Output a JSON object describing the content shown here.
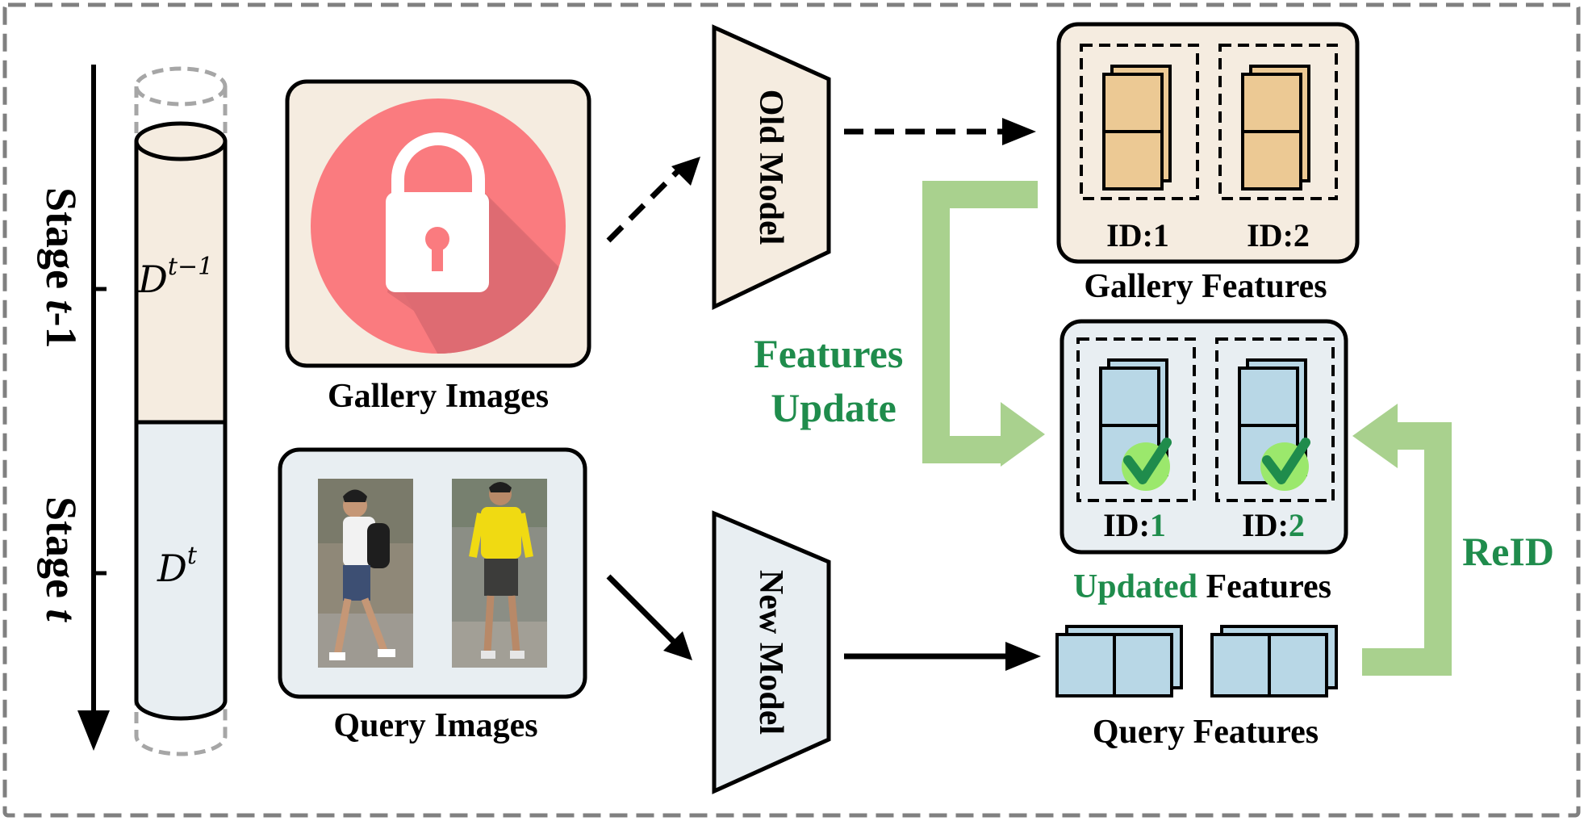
{
  "timeline": {
    "stage_prev": "Stage ",
    "stage_prev_var": "t",
    "stage_prev_suffix": "-1",
    "stage_cur": "Stage ",
    "stage_cur_var": "t"
  },
  "datasets": {
    "prev_symbol": "D",
    "prev_sup": "t−1",
    "cur_symbol": "D",
    "cur_sup": "t"
  },
  "gallery_images": {
    "label": "Gallery Images",
    "icon": "lock-icon"
  },
  "query_images": {
    "label": "Query Images",
    "content": "two pedestrian photos"
  },
  "old_model": {
    "label": "Old Model"
  },
  "new_model": {
    "label": "New Model"
  },
  "gallery_features": {
    "label": "Gallery Features",
    "ids": [
      "ID:1",
      "ID:2"
    ]
  },
  "updated_features": {
    "label_highlight": "Updated",
    "label_rest": " Features",
    "id_prefix": "ID:",
    "id_numbers": [
      "1",
      "2"
    ]
  },
  "query_features": {
    "label": "Query Features"
  },
  "features_update": {
    "line1": "Features",
    "line2": "Update"
  },
  "reid": {
    "label": "ReID"
  },
  "colors": {
    "old_domain": "#f5ece0",
    "new_domain": "#e8eef2",
    "gallery_feature": "#ecc994",
    "query_feature": "#b8d7e6",
    "accent_green": "#1f8c4c",
    "arrow_green": "#a9d18e",
    "lock_circle": "#fa7b7f",
    "check_circle": "#9be86c"
  }
}
